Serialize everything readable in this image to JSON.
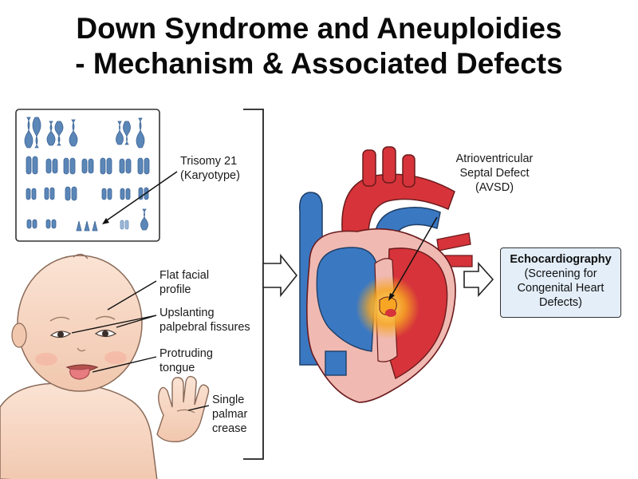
{
  "title": {
    "line1": "Down Syndrome and Aneuploidies",
    "line2": "- Mechanism & Associated Defects"
  },
  "karyotype": {
    "label_line1": "Trisomy 21",
    "label_line2": "(Karyotype)"
  },
  "features": {
    "flat_line1": "Flat facial",
    "flat_line2": "profile",
    "upslant_line1": "Upslanting",
    "upslant_line2": "palpebral fissures",
    "tongue_line1": "Protruding",
    "tongue_line2": "tongue",
    "crease_line1": "Single",
    "crease_line2": "palmar",
    "crease_line3": "crease"
  },
  "heart": {
    "label_line1": "Atrioventricular",
    "label_line2": "Septal Defect",
    "label_line3": "(AVSD)"
  },
  "echo": {
    "title": "Echocardiography",
    "line1": "(Screening for",
    "line2": "Congenital Heart",
    "line3": "Defects)"
  },
  "colors": {
    "chromosome": "#5b86b8",
    "heart_red": "#d6343a",
    "heart_blue": "#3a78c2",
    "box_fill": "#e3eef9",
    "skin": "#f6d7c3"
  }
}
